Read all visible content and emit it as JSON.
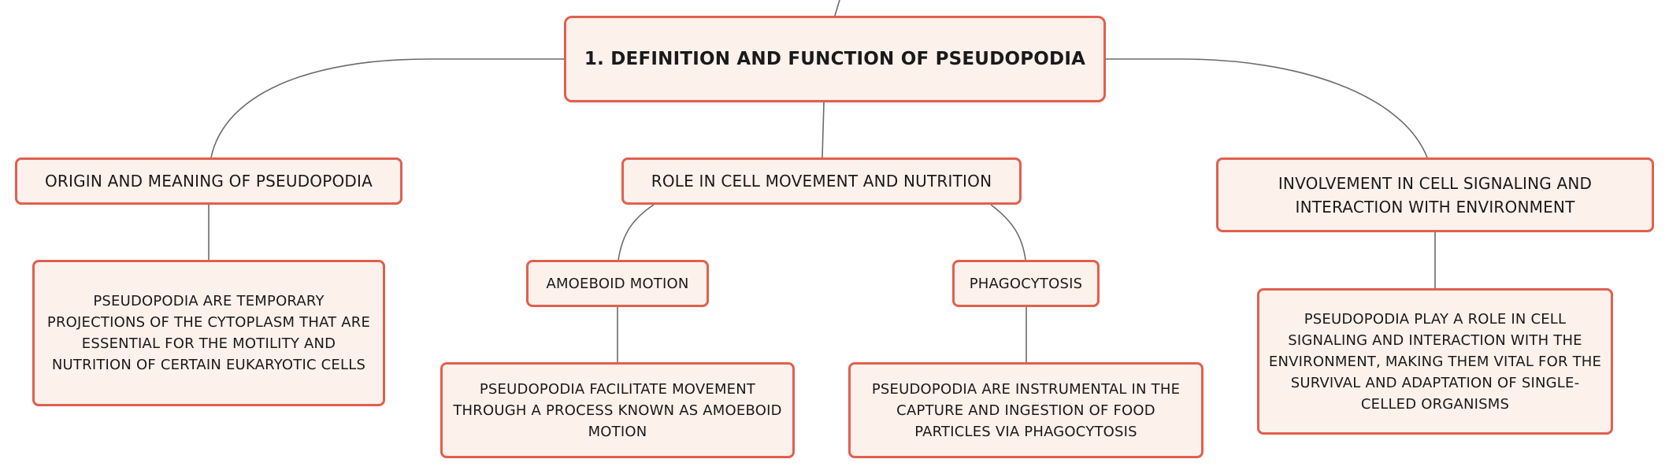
{
  "root": {
    "label": "1. DEFINITION AND FUNCTION OF PSEUDOPODIA"
  },
  "topics": {
    "origin": {
      "label": "ORIGIN AND MEANING OF PSEUDOPODIA",
      "detail": "PSEUDOPODIA ARE TEMPORARY PROJECTIONS OF THE CYTOPLASM THAT ARE ESSENTIAL FOR THE MOTILITY AND NUTRITION OF CERTAIN EUKARYOTIC CELLS"
    },
    "role": {
      "label": "ROLE IN CELL MOVEMENT AND NUTRITION",
      "amoeboid": {
        "label": "AMOEBOID MOTION",
        "detail": "PSEUDOPODIA FACILITATE MOVEMENT THROUGH A PROCESS KNOWN AS AMOEBOID MOTION"
      },
      "phagocytosis": {
        "label": "PHAGOCYTOSIS",
        "detail": "PSEUDOPODIA ARE INSTRUMENTAL IN THE CAPTURE AND INGESTION OF FOOD PARTICLES VIA PHAGOCYTOSIS"
      }
    },
    "signaling": {
      "label": "INVOLVEMENT IN CELL SIGNALING AND INTERACTION WITH ENVIRONMENT",
      "detail": "PSEUDOPODIA PLAY A ROLE IN CELL SIGNALING AND INTERACTION WITH THE ENVIRONMENT, MAKING THEM VITAL FOR THE SURVIVAL AND ADAPTATION OF SINGLE-CELLED ORGANISMS"
    }
  },
  "colors": {
    "node_border": "#e0604e",
    "node_fill": "#fdf1ec",
    "connector": "#6b6b6b"
  }
}
